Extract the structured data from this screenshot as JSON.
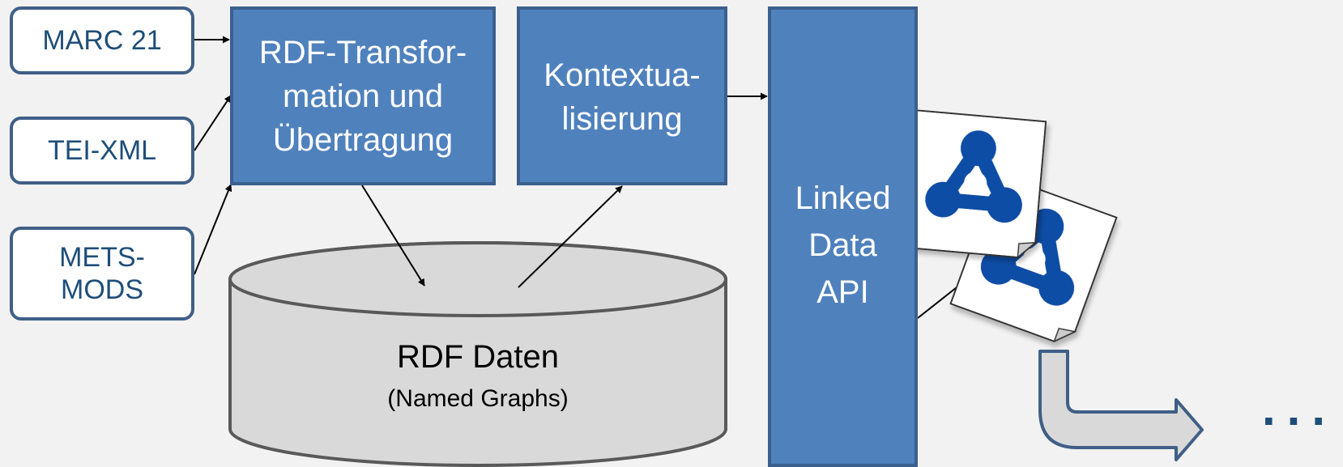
{
  "inputs": {
    "marc": "MARC 21",
    "tei": "TEI-XML",
    "mets_line1": "METS-",
    "mets_line2": "MODS"
  },
  "processes": {
    "transform_line1": "RDF-Transfor-",
    "transform_line2": "mation und",
    "transform_line3": "Übertragung",
    "context_line1": "Kontextua-",
    "context_line2": "lisierung"
  },
  "api": {
    "line1": "Linked",
    "line2": "Data",
    "line3": "API"
  },
  "store": {
    "title": "RDF Daten",
    "subtitle": "(Named Graphs)"
  },
  "ellipsis": "...",
  "colors": {
    "background": "#f2f2f2",
    "box_fill": "#4f81bd",
    "box_border": "#3b608e",
    "input_border": "#3f5f86",
    "input_text": "#1f4e79",
    "cylinder_fill": "#d9d9d9",
    "cylinder_border": "#595959",
    "rdf_logo": "#0d4ea6"
  },
  "icons": [
    "rdf-logo-icon",
    "rdf-logo-icon",
    "bent-arrow-icon"
  ]
}
